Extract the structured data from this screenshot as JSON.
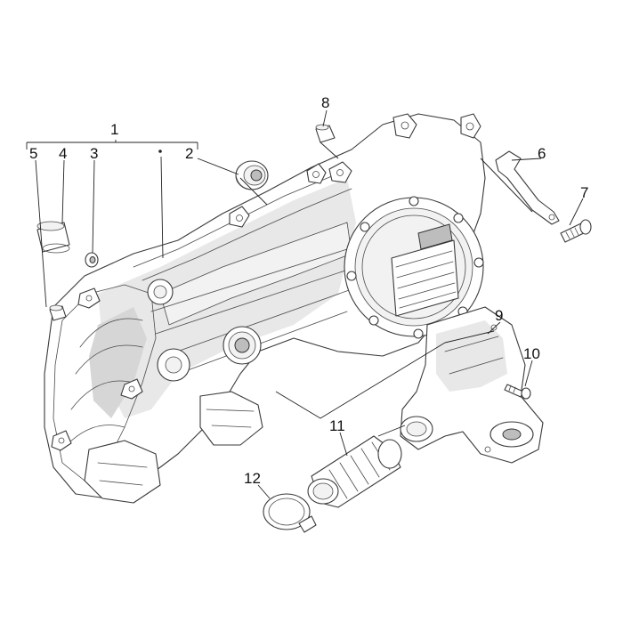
{
  "callouts": {
    "c1": "1",
    "c2": "2",
    "c3": "3",
    "c4": "4",
    "c5": "5",
    "c6": "6",
    "c7": "7",
    "c8": "8",
    "c9": "9",
    "c10": "10",
    "c11": "11",
    "c12": "12"
  },
  "colors": {
    "line": "#3a3a3a",
    "shade": "#e8e8e8",
    "background": "#ffffff"
  }
}
